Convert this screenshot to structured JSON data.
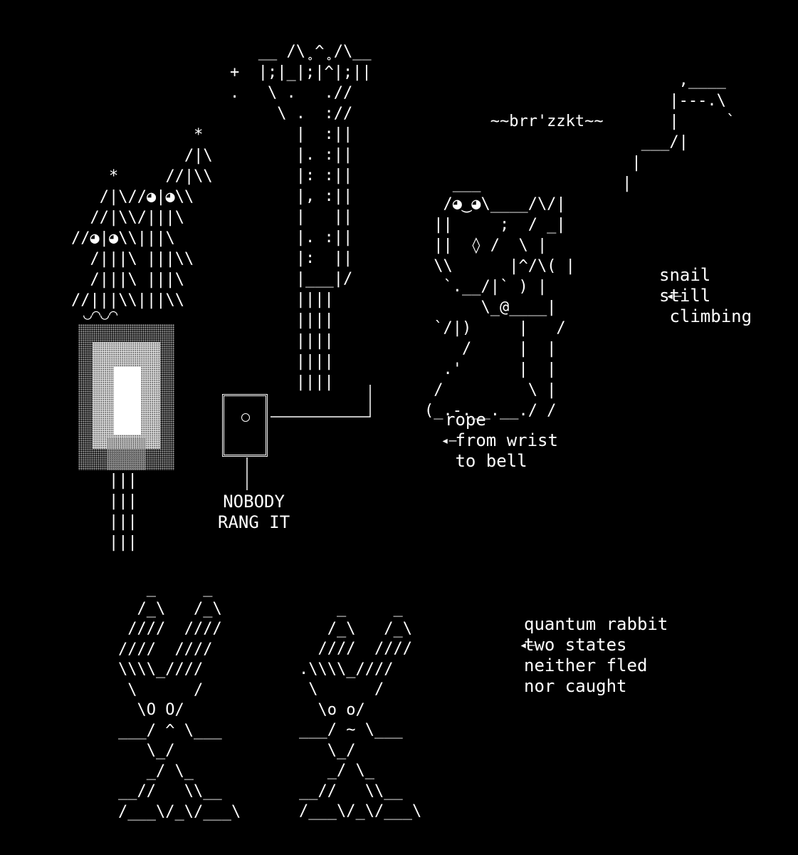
{
  "art": {
    "trees": "             *\n            /|\\\n    *     //|\\\\\n   /|\\//◕|◕\\\\\n  //|\\\\/|||\\\n//◕|◕\\\\|||\\\n  /|||\\ |||\\\\\n  /|||\\ |||\\\n//|||\\\\|||\\\\",
    "tree_smile": "◡◠◡◠",
    "lamp_pole": "|||\n|||\n|||\n|||",
    "tower": "   __ /\\˳^˳/\\__\n+  |;|_|;|^|;||\n.   \\ .   .//\n     \\ .  ://\n       |  :||\n       |. :||\n       |: :||\n       |, :||\n       |   ||\n       |. :||\n       |:  ||\n       |___|/\n       ||||\n       ||||\n       ||||\n       ||||\n       ||||",
    "snail_figure": "                           ,____\n                          |---.\\\n       ~~brr'zzkt~~       |     `\n                       ___/|\n                      |\n   ___               |\n  /◕‿◕\\____/\\/|\n ||     ;  / _|\n ||  ◊ /  \\ |\n \\\\      |^/\\( |\n  `.__/|` ) |\n      \\_@____|\n `/|)     |   /\n    /     |  |\n  .'      |  |\n /         \\ |\n(_.-.__.__./ /",
    "rabbit_left": "   _     _\n  /_\\   /_\\\n ////  ////\n////  ////\n\\\\\\\\_////\n \\      /\n  \\O O/\n___/ ^ \\___\n   \\_/\n   _/ \\_\n__//   \\\\__\n/___\\/_\\/___\\",
    "rabbit_right": "    _     _\n   /_\\   /_\\\n  ////  ////\n.\\\\\\\\_////\n \\      /\n  \\o o/\n___/ ~ \\___\n   \\_/\n   _/ \\_\n__//   \\\\__\n/___\\/_\\/___\\"
  },
  "labels": {
    "snail_note": "snail\nstill\n climbing",
    "rope_note": "rope\n from wrist\n to bell",
    "bell_note": "NOBODY\nRANG IT",
    "rabbit_note": "quantum rabbit\ntwo states\nneither fled\nnor caught",
    "arrow_glyph": "◂—"
  },
  "colors": {
    "background": "#000000",
    "foreground": "#ffffff"
  }
}
